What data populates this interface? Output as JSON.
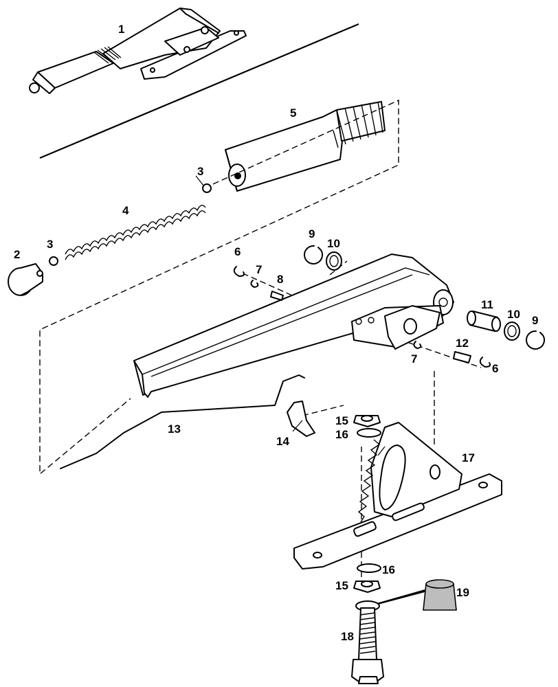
{
  "callouts": [
    {
      "id": "c1",
      "text": "1"
    },
    {
      "id": "c2",
      "text": "2"
    },
    {
      "id": "c3a",
      "text": "3"
    },
    {
      "id": "c3b",
      "text": "3"
    },
    {
      "id": "c4",
      "text": "4"
    },
    {
      "id": "c5",
      "text": "5"
    },
    {
      "id": "c6a",
      "text": "6"
    },
    {
      "id": "c6b",
      "text": "6"
    },
    {
      "id": "c7a",
      "text": "7"
    },
    {
      "id": "c7b",
      "text": "7"
    },
    {
      "id": "c8",
      "text": "8"
    },
    {
      "id": "c9a",
      "text": "9"
    },
    {
      "id": "c9b",
      "text": "9"
    },
    {
      "id": "c10a",
      "text": "10"
    },
    {
      "id": "c10b",
      "text": "10"
    },
    {
      "id": "c11",
      "text": "11"
    },
    {
      "id": "c12",
      "text": "12"
    },
    {
      "id": "c13",
      "text": "13"
    },
    {
      "id": "c14",
      "text": "14"
    },
    {
      "id": "c15a",
      "text": "15"
    },
    {
      "id": "c15b",
      "text": "15"
    },
    {
      "id": "c16a",
      "text": "16"
    },
    {
      "id": "c16b",
      "text": "16"
    },
    {
      "id": "c17",
      "text": "17"
    },
    {
      "id": "c18",
      "text": "18"
    },
    {
      "id": "c19",
      "text": "19"
    }
  ]
}
